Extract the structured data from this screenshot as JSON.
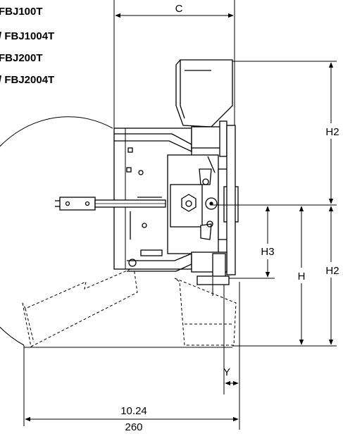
{
  "models": [
    "FBJ100T",
    "/ FBJ1004T",
    "FBJ200T",
    "/ FBJ2004T"
  ],
  "dimensions": {
    "c": "C",
    "h2_upper": "H2",
    "h2_lower": "H2",
    "h3": "H3",
    "h": "H",
    "y": "Y",
    "depth_in": "10.24",
    "depth_mm": "260"
  }
}
